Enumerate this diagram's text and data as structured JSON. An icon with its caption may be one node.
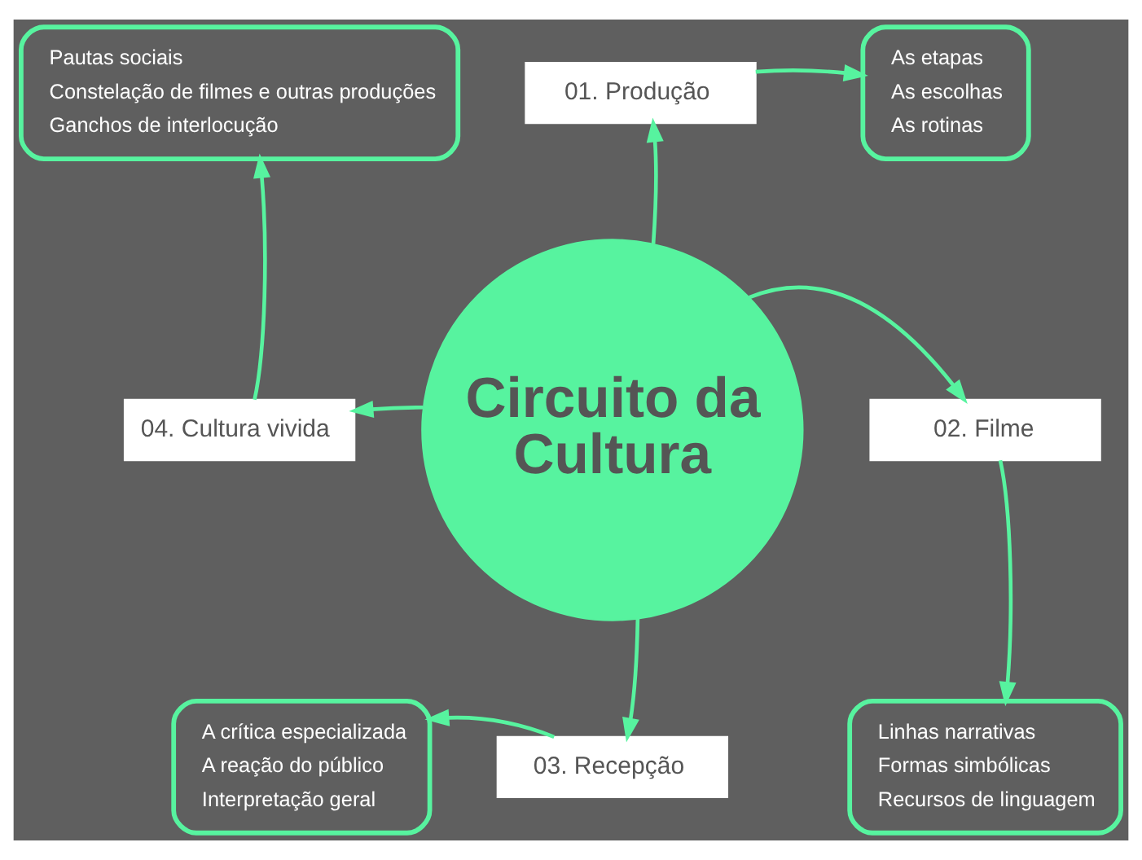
{
  "diagram": {
    "nodes": [
      {
        "text": [
          "Circuito da Cultura"
        ]
      },
      {
        "text": [
          "01. Produção"
        ]
      },
      {
        "text": [
          "As etapas",
          "As escolhas",
          "As rotinas"
        ]
      },
      {
        "text": [
          "02. Filme"
        ]
      },
      {
        "text": [
          "Linhas narrativas",
          "Formas simbólicas",
          "Recursos de linguagem"
        ]
      },
      {
        "text": [
          "03. Recepção"
        ]
      },
      {
        "text": [
          "A crítica especializada",
          "A reação do público",
          "Interpretação geral"
        ]
      },
      {
        "text": [
          "04. Cultura vivida"
        ]
      },
      {
        "text": [
          "Pautas sociais",
          "Constelação de filmes e outras produções",
          "Ganchos de interlocução"
        ]
      }
    ],
    "edges": [
      {
        "from": 0,
        "to": 1,
        "arrow": "to"
      },
      {
        "from": 1,
        "to": 2,
        "arrow": "to"
      },
      {
        "from": 0,
        "to": 3,
        "arrow": "to"
      },
      {
        "from": 3,
        "to": 4,
        "arrow": "to"
      },
      {
        "from": 0,
        "to": 5,
        "arrow": "to"
      },
      {
        "from": 5,
        "to": 6,
        "arrow": "to"
      },
      {
        "from": 0,
        "to": 7,
        "arrow": "to"
      },
      {
        "from": 7,
        "to": 8,
        "arrow": "to"
      }
    ]
  }
}
